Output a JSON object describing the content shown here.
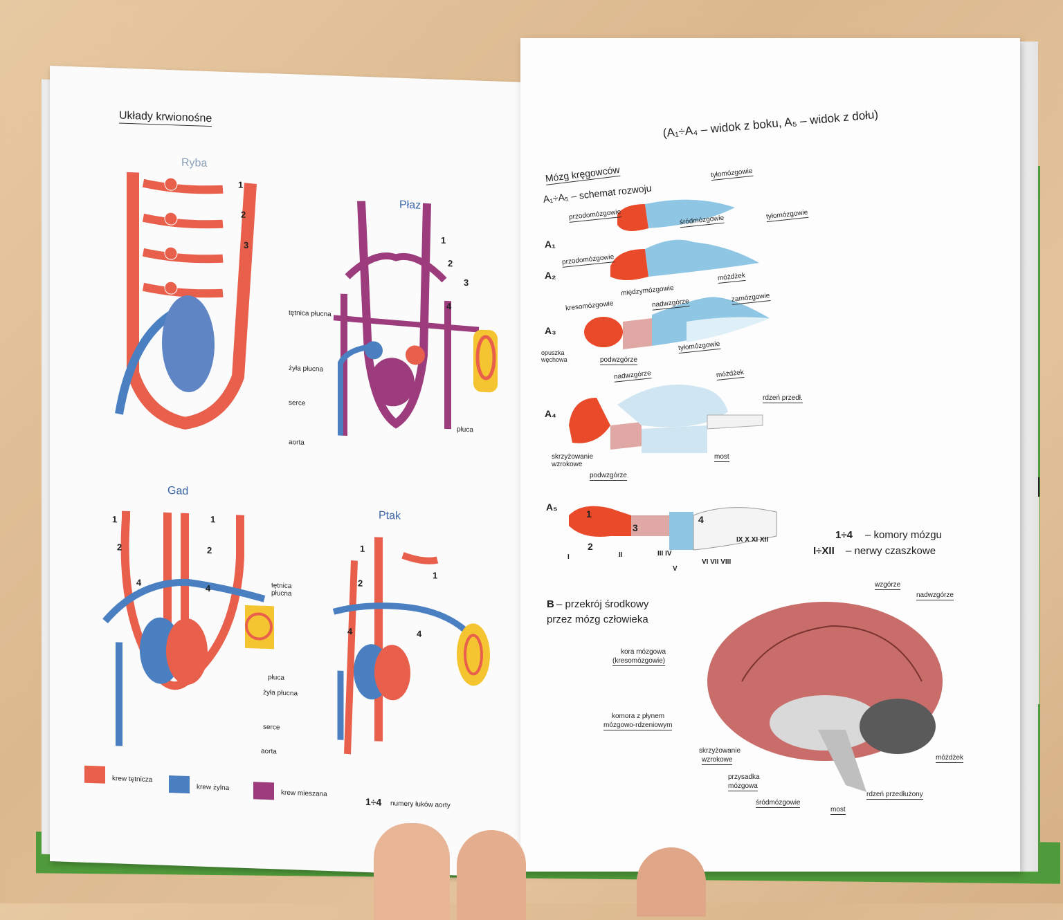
{
  "colors": {
    "arterial": "#e8604c",
    "venous": "#4a7fc1",
    "mixed": "#9c3c7c",
    "lung": "#f4c531",
    "brain_red": "#e84a2a",
    "brain_blue": "#8fc6e4",
    "brain_pink": "#e0a8a4",
    "brain_section": "#c96d6a"
  },
  "left_page": {
    "title": "Układy krwionośne",
    "panels": {
      "ryba": {
        "title": "Ryba",
        "num1": "1",
        "num2": "2",
        "num3": "3"
      },
      "plaz": {
        "title": "Płaz",
        "num1": "1",
        "num2": "2",
        "num3": "3",
        "num4": "4",
        "tetnica": "tętnica płucna",
        "zyla": "żyła płucna",
        "serce": "serce",
        "pluca": "płuca",
        "aorta": "aorta"
      },
      "gad": {
        "title": "Gad",
        "n1a": "1",
        "n1b": "1",
        "n2a": "2",
        "n2b": "2",
        "n4a": "4",
        "n4b": "4"
      },
      "ptak": {
        "title": "Ptak",
        "n1a": "1",
        "n1b": "1",
        "n2a": "2",
        "n4a": "4",
        "n4b": "4"
      }
    },
    "lower_labels": {
      "tetnica": "tętnica płucna",
      "pluca": "płuca",
      "zyla": "żyła płucna",
      "serce": "serce",
      "aorta": "aorta"
    },
    "legend": {
      "arterial": "krew tętnicza",
      "venous": "krew żylna",
      "mixed": "krew mieszana",
      "range": "1÷4",
      "range_text": "numery łuków aorty"
    }
  },
  "right_page": {
    "section_title": "Mózg kręgowców",
    "subtitle": "(A₁÷A₄ – widok z boku, A₅ – widok z dołu)",
    "subtitle_line2": "A₁÷A₅ – schemat rozwoju",
    "rows": {
      "a1": "A₁",
      "a2": "A₂",
      "a3": "A₃",
      "a4": "A₄",
      "a5": "A₅"
    },
    "labels": {
      "tylomozgowie": "tyłomózgowie",
      "przodomozgowie": "przodomózgowie",
      "srodmozgowie": "śródmózgowie",
      "tylomozgowie2": "tyłomózgowie",
      "przodomozgowie2": "przodomózgowie",
      "mozdzek": "móżdżek",
      "kresomozgowie": "kresomózgowie",
      "miedzymozgowie": "międzymózgowie",
      "nadwzgorze": "nadwzgórze",
      "zamozgowie": "zamózgowie",
      "opuszka": "opuszka węchowa",
      "podwzgorze": "podwzgórze",
      "tylomozgowie3": "tyłomózgowie",
      "nadwzgorze2": "nadwzgórze",
      "mozdzek2": "móżdżek",
      "rdzen": "rdzeń przedł.",
      "skrzyzowanie": "skrzyżowanie wzrokowe",
      "most": "most",
      "podwzgorze2": "podwzgórze"
    },
    "a5_numbers": {
      "n1": "1",
      "n2": "2",
      "n3": "3",
      "n4": "4"
    },
    "nerves": {
      "i": "I",
      "ii": "II",
      "iii_iv": "III IV",
      "v": "V",
      "vi_viii": "VI VII VIII",
      "ix_xii": "IX X XI XII"
    },
    "legend_a5": {
      "line1_num": "1÷4",
      "line1": "– komory mózgu",
      "line2_num": "I÷XII",
      "line2": "– nerwy czaszkowe"
    },
    "section_b": {
      "title_b": "B",
      "title": "– przekrój środkowy",
      "title2": "przez mózg człowieka",
      "wzgorze": "wzgórze",
      "nadwzgorze": "nadwzgórze",
      "kora": "kora mózgowa",
      "kora2": "(kresomózgowie)",
      "komora": "komora z płynem",
      "komora2": "mózgowo-rdzeniowym",
      "skrzyzowanie": "skrzyżowanie",
      "skrzyzowanie2": "wzrokowe",
      "przysadka": "przysadka",
      "przysadka2": "mózgowa",
      "srodmozgowie": "śródmózgowie",
      "most": "most",
      "rdzen": "rdzeń przedłużony",
      "mozdzek": "móżdżek"
    }
  }
}
